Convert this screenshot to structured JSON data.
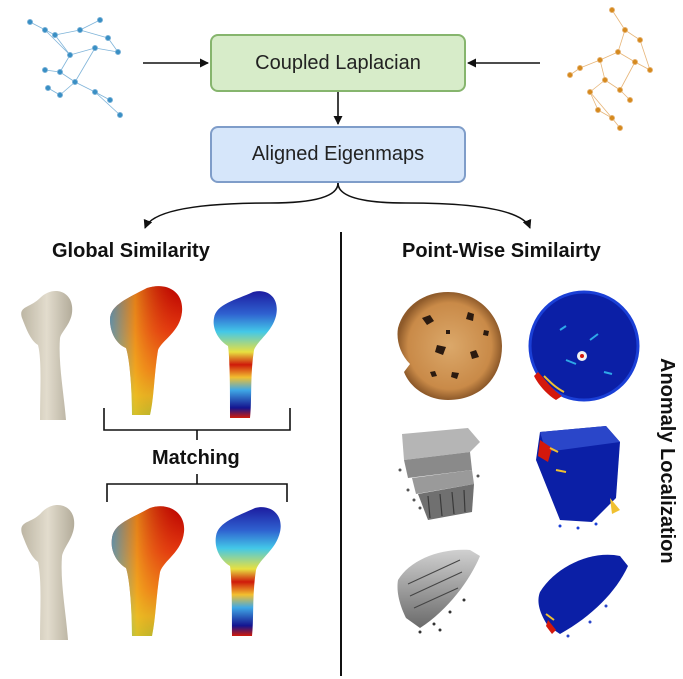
{
  "boxes": {
    "coupled_laplacian": "Coupled Laplacian",
    "aligned_eigenmaps": "Aligned Eigenmaps"
  },
  "sections": {
    "global": "Global Similarity",
    "pointwise": "Point-Wise Similairty",
    "matching": "Matching",
    "anomaly": "Anomaly Localization"
  },
  "colors": {
    "graph_left": "#3a8fc4",
    "graph_right": "#d58a1f",
    "box_green_fill": "#d7ecc9",
    "box_blue_fill": "#d6e6fa",
    "bone": "#d9d3c2",
    "heat_low": "#1a1aa8",
    "heat_high": "#c40000"
  }
}
